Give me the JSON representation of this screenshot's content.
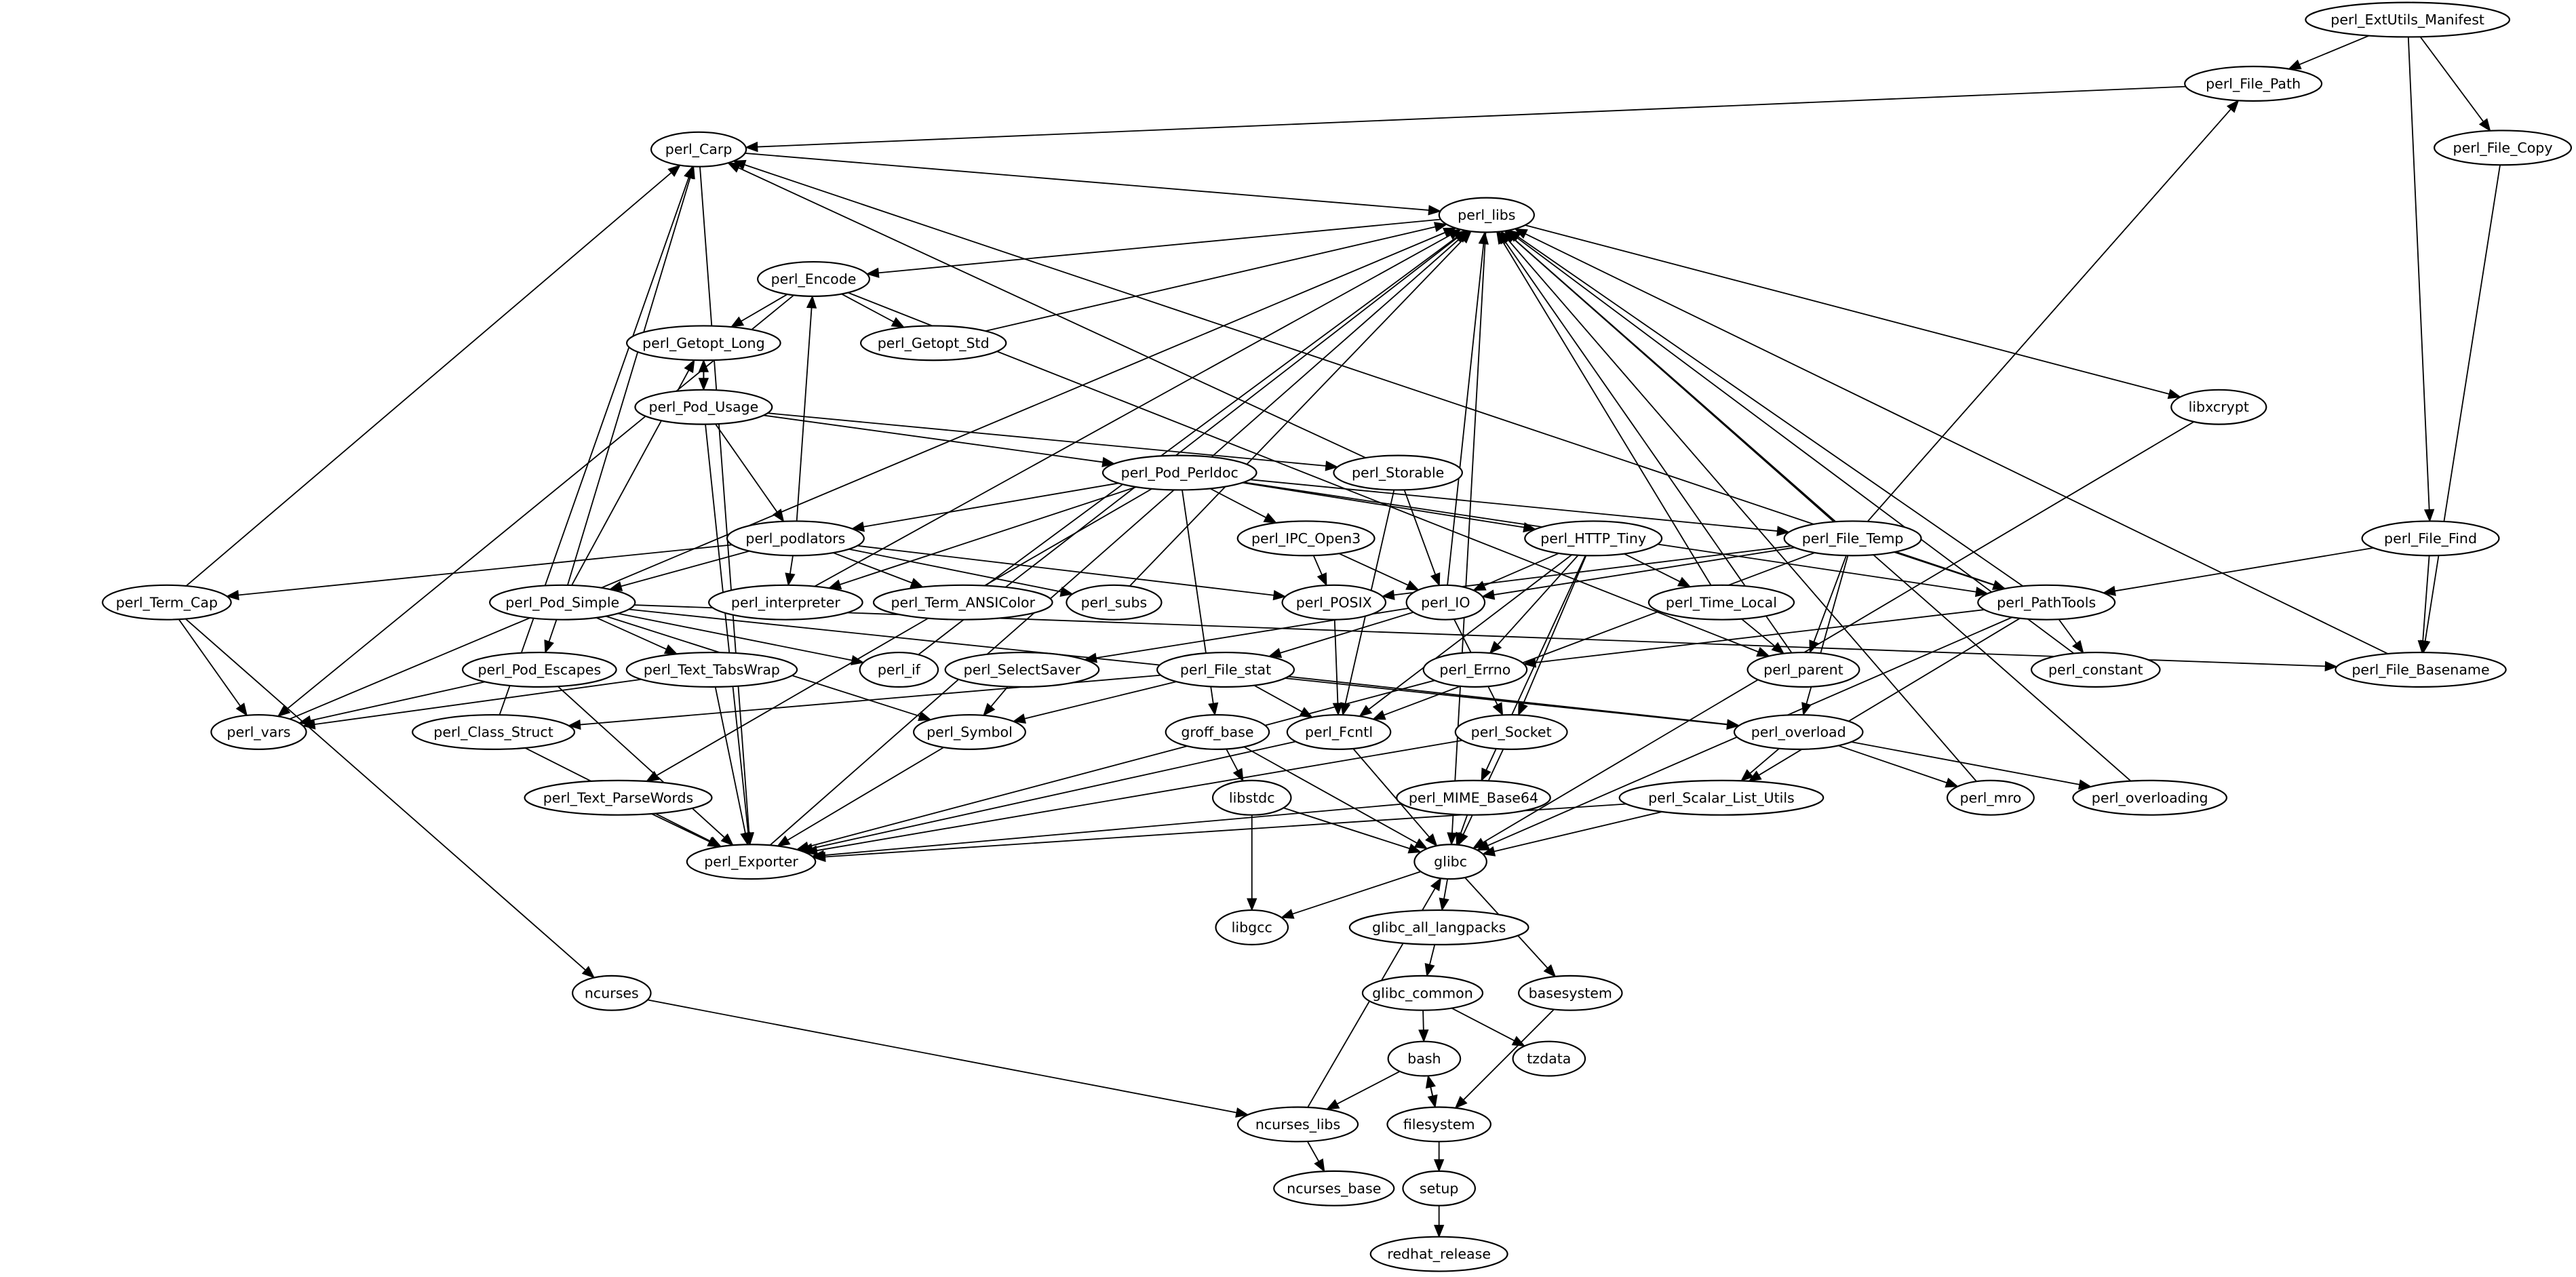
{
  "graph": {
    "nodes": [
      "perl_ExtUtils_Manifest",
      "perl_File_Path",
      "perl_File_Copy",
      "perl_Carp",
      "perl_libs",
      "perl_Encode",
      "perl_Getopt_Long",
      "perl_Getopt_Std",
      "libxcrypt",
      "perl_Pod_Usage",
      "perl_Storable",
      "perl_Pod_Perldoc",
      "perl_File_Find",
      "perl_podlators",
      "perl_IPC_Open3",
      "perl_HTTP_Tiny",
      "perl_File_Temp",
      "perl_Term_Cap",
      "perl_interpreter",
      "perl_Term_ANSIColor",
      "perl_subs",
      "perl_POSIX",
      "perl_IO",
      "perl_Time_Local",
      "perl_PathTools",
      "perl_Pod_Simple",
      "perl_Pod_Escapes",
      "perl_Text_TabsWrap",
      "perl_if",
      "perl_SelectSaver",
      "perl_File_stat",
      "perl_Errno",
      "perl_parent",
      "perl_constant",
      "perl_File_Basename",
      "perl_vars",
      "perl_Class_Struct",
      "perl_Symbol",
      "groff_base",
      "perl_Fcntl",
      "perl_Socket",
      "perl_overload",
      "perl_Text_ParseWords",
      "libstdc",
      "perl_MIME_Base64",
      "perl_Scalar_List_Utils",
      "perl_mro",
      "perl_overloading",
      "perl_Exporter",
      "glibc",
      "libgcc",
      "glibc_all_langpacks",
      "basesystem",
      "glibc_common",
      "ncurses",
      "bash",
      "tzdata",
      "ncurses_libs",
      "filesystem",
      "ncurses_base",
      "setup",
      "redhat_release"
    ],
    "edges": [
      [
        "perl_ExtUtils_Manifest",
        "perl_File_Path"
      ],
      [
        "perl_ExtUtils_Manifest",
        "perl_File_Copy"
      ],
      [
        "perl_ExtUtils_Manifest",
        "perl_File_Find"
      ],
      [
        "perl_File_Path",
        "perl_Carp"
      ],
      [
        "perl_File_Copy",
        "perl_File_Basename"
      ],
      [
        "perl_File_Find",
        "perl_PathTools"
      ],
      [
        "perl_File_Find",
        "perl_File_Basename"
      ],
      [
        "perl_Carp",
        "perl_libs"
      ],
      [
        "perl_Carp",
        "perl_Exporter"
      ],
      [
        "perl_libs",
        "perl_Encode"
      ],
      [
        "perl_libs",
        "libxcrypt"
      ],
      [
        "perl_libs",
        "glibc"
      ],
      [
        "perl_Encode",
        "perl_Getopt_Long"
      ],
      [
        "perl_Encode",
        "perl_Getopt_Std"
      ],
      [
        "perl_Encode",
        "perl_vars"
      ],
      [
        "perl_Encode",
        "perl_parent"
      ],
      [
        "perl_Getopt_Long",
        "perl_Pod_Usage"
      ],
      [
        "perl_Pod_Usage",
        "perl_Getopt_Long"
      ],
      [
        "perl_Getopt_Std",
        "perl_libs"
      ],
      [
        "perl_Pod_Usage",
        "perl_podlators"
      ],
      [
        "perl_Pod_Usage",
        "perl_Pod_Perldoc"
      ],
      [
        "perl_Pod_Usage",
        "perl_Exporter"
      ],
      [
        "perl_Pod_Usage",
        "perl_Storable"
      ],
      [
        "perl_Pod_Perldoc",
        "perl_podlators"
      ],
      [
        "perl_Pod_Perldoc",
        "perl_IPC_Open3"
      ],
      [
        "perl_Pod_Perldoc",
        "perl_HTTP_Tiny"
      ],
      [
        "perl_Pod_Perldoc",
        "perl_File_Temp"
      ],
      [
        "perl_Pod_Perldoc",
        "perl_PathTools"
      ],
      [
        "perl_Pod_Perldoc",
        "perl_interpreter"
      ],
      [
        "perl_Pod_Perldoc",
        "groff_base"
      ],
      [
        "perl_Pod_Perldoc",
        "perl_Text_ParseWords"
      ],
      [
        "perl_podlators",
        "perl_Encode"
      ],
      [
        "perl_podlators",
        "perl_Term_Cap"
      ],
      [
        "perl_podlators",
        "perl_Pod_Simple"
      ],
      [
        "perl_podlators",
        "perl_interpreter"
      ],
      [
        "perl_podlators",
        "perl_Term_ANSIColor"
      ],
      [
        "perl_podlators",
        "perl_subs"
      ],
      [
        "perl_podlators",
        "perl_POSIX"
      ],
      [
        "perl_Pod_Simple",
        "perl_Getopt_Long"
      ],
      [
        "perl_Pod_Simple",
        "perl_Pod_Escapes"
      ],
      [
        "perl_Pod_Simple",
        "perl_Text_TabsWrap"
      ],
      [
        "perl_Pod_Simple",
        "perl_if"
      ],
      [
        "perl_Pod_Simple",
        "perl_Symbol"
      ],
      [
        "perl_Pod_Simple",
        "perl_File_Basename"
      ],
      [
        "perl_Pod_Simple",
        "perl_overload"
      ],
      [
        "perl_Pod_Simple",
        "perl_Carp"
      ],
      [
        "perl_Term_Cap",
        "perl_Carp"
      ],
      [
        "perl_Term_Cap",
        "perl_vars"
      ],
      [
        "perl_Term_Cap",
        "ncurses"
      ],
      [
        "perl_Pod_Escapes",
        "perl_vars"
      ],
      [
        "perl_Pod_Escapes",
        "perl_Exporter"
      ],
      [
        "perl_Text_TabsWrap",
        "perl_vars"
      ],
      [
        "perl_Text_TabsWrap",
        "perl_Exporter"
      ],
      [
        "perl_Class_Struct",
        "perl_Carp"
      ],
      [
        "perl_Class_Struct",
        "perl_Exporter"
      ],
      [
        "perl_Symbol",
        "perl_Exporter"
      ],
      [
        "groff_base",
        "libstdc"
      ],
      [
        "groff_base",
        "glibc"
      ],
      [
        "perl_Fcntl",
        "perl_Exporter"
      ],
      [
        "perl_Fcntl",
        "glibc"
      ],
      [
        "perl_Socket",
        "perl_Exporter"
      ],
      [
        "perl_Socket",
        "glibc"
      ],
      [
        "perl_overload",
        "perl_Scalar_List_Utils"
      ],
      [
        "perl_overload",
        "perl_mro"
      ],
      [
        "perl_overload",
        "perl_overloading"
      ],
      [
        "perl_Text_ParseWords",
        "perl_Exporter"
      ],
      [
        "libstdc",
        "libgcc"
      ],
      [
        "libstdc",
        "glibc"
      ],
      [
        "perl_MIME_Base64",
        "glibc"
      ],
      [
        "perl_MIME_Base64",
        "perl_Exporter"
      ],
      [
        "perl_Scalar_List_Utils",
        "glibc"
      ],
      [
        "perl_Scalar_List_Utils",
        "perl_Exporter"
      ],
      [
        "perl_mro",
        "perl_libs"
      ],
      [
        "perl_overloading",
        "perl_libs"
      ],
      [
        "glibc",
        "libgcc"
      ],
      [
        "glibc",
        "glibc_all_langpacks"
      ],
      [
        "glibc",
        "basesystem"
      ],
      [
        "glibc_all_langpacks",
        "glibc_common"
      ],
      [
        "glibc_common",
        "bash"
      ],
      [
        "glibc_common",
        "tzdata"
      ],
      [
        "bash",
        "ncurses_libs"
      ],
      [
        "bash",
        "filesystem"
      ],
      [
        "filesystem",
        "bash"
      ],
      [
        "filesystem",
        "setup"
      ],
      [
        "basesystem",
        "filesystem"
      ],
      [
        "ncurses",
        "ncurses_libs"
      ],
      [
        "ncurses_libs",
        "ncurses_base"
      ],
      [
        "ncurses_libs",
        "glibc"
      ],
      [
        "setup",
        "redhat_release"
      ],
      [
        "perl_IPC_Open3",
        "perl_POSIX"
      ],
      [
        "perl_IPC_Open3",
        "perl_IO"
      ],
      [
        "perl_HTTP_Tiny",
        "perl_IO"
      ],
      [
        "perl_HTTP_Tiny",
        "perl_Errno"
      ],
      [
        "perl_HTTP_Tiny",
        "perl_Time_Local"
      ],
      [
        "perl_HTTP_Tiny",
        "perl_Socket"
      ],
      [
        "perl_HTTP_Tiny",
        "perl_Fcntl"
      ],
      [
        "perl_HTTP_Tiny",
        "perl_MIME_Base64"
      ],
      [
        "perl_File_Temp",
        "perl_File_Path"
      ],
      [
        "perl_File_Temp",
        "perl_POSIX"
      ],
      [
        "perl_File_Temp",
        "perl_IO"
      ],
      [
        "perl_File_Temp",
        "perl_PathTools"
      ],
      [
        "perl_File_Temp",
        "perl_parent"
      ],
      [
        "perl_File_Temp",
        "perl_Fcntl"
      ],
      [
        "perl_File_Temp",
        "perl_overload"
      ],
      [
        "perl_File_Temp",
        "perl_libs"
      ],
      [
        "perl_PathTools",
        "perl_Carp"
      ],
      [
        "perl_PathTools",
        "perl_Errno"
      ],
      [
        "perl_PathTools",
        "perl_constant"
      ],
      [
        "perl_PathTools",
        "perl_Scalar_List_Utils"
      ],
      [
        "perl_PathTools",
        "glibc"
      ],
      [
        "perl_PathTools",
        "perl_libs"
      ],
      [
        "perl_IO",
        "perl_libs"
      ],
      [
        "perl_IO",
        "perl_SelectSaver"
      ],
      [
        "perl_IO",
        "perl_Socket"
      ],
      [
        "perl_IO",
        "perl_File_stat"
      ],
      [
        "perl_File_stat",
        "perl_Class_Struct"
      ],
      [
        "perl_File_stat",
        "perl_Symbol"
      ],
      [
        "perl_File_stat",
        "perl_Fcntl"
      ],
      [
        "perl_File_stat",
        "perl_overload"
      ],
      [
        "perl_Errno",
        "perl_Exporter"
      ],
      [
        "perl_Time_Local",
        "perl_parent"
      ],
      [
        "perl_Time_Local",
        "perl_libs"
      ],
      [
        "perl_parent",
        "perl_libs"
      ],
      [
        "perl_constant",
        "perl_libs"
      ],
      [
        "perl_POSIX",
        "perl_Fcntl"
      ],
      [
        "perl_SelectSaver",
        "perl_Symbol"
      ],
      [
        "perl_Storable",
        "perl_Carp"
      ],
      [
        "perl_Storable",
        "perl_IO"
      ],
      [
        "perl_Storable",
        "perl_Fcntl"
      ],
      [
        "perl_interpreter",
        "perl_libs"
      ],
      [
        "perl_Term_ANSIColor",
        "perl_libs"
      ],
      [
        "perl_subs",
        "perl_libs"
      ],
      [
        "perl_if",
        "perl_libs"
      ],
      [
        "perl_vars",
        "perl_libs"
      ],
      [
        "perl_File_Basename",
        "perl_libs"
      ],
      [
        "libxcrypt",
        "glibc"
      ],
      [
        "perl_Exporter",
        "perl_libs"
      ]
    ]
  }
}
